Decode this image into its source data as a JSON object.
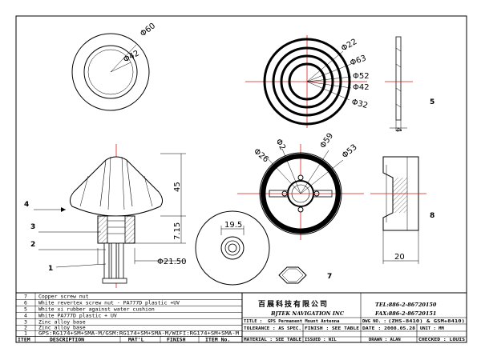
{
  "views": {
    "top_left_circle": {
      "outer_dim": "Φ60",
      "inner_dim": "Φ42"
    },
    "top_right_rings": {
      "dims": [
        "Φ22",
        "Φ63",
        "Φ52",
        "Φ42",
        "Φ32"
      ]
    },
    "side_thin": {
      "dim": "4",
      "callout": "5"
    },
    "mid_disc": {
      "dims": [
        "Φ26",
        "Φ2",
        "Φ59",
        "Φ53"
      ]
    },
    "side_block": {
      "width_dim": "20",
      "callout": "8"
    },
    "body_side": {
      "height_dim": "45",
      "lower_dim": "7.15",
      "base_dim": "Φ21.50"
    },
    "washer": {
      "dim": "19.5"
    },
    "nut": {
      "callout": "7"
    },
    "callouts": [
      "4",
      "3",
      "2",
      "1"
    ]
  },
  "bom": {
    "rows": [
      {
        "item": "7",
        "description": "Copper screw nut"
      },
      {
        "item": "6",
        "description": "White revertex screw nut - PA777D plastic +UV"
      },
      {
        "item": "5",
        "description": "White xi rubber against water cushion"
      },
      {
        "item": "4",
        "description": "White PA777D plastic + UV"
      },
      {
        "item": "3",
        "description": "Zinc alloy base"
      },
      {
        "item": "2",
        "description": "Zinc alloy base"
      },
      {
        "item": "1",
        "description": "GPS:RG174+SM+SMA-M/GSM:RG174+SM+SMA-M/WIFI:RG174+SM+SMA-M"
      }
    ],
    "headers": [
      "ITEM",
      "DESCRIPTION",
      "MAT'L",
      "FINISH",
      "ITEM No."
    ]
  },
  "title_block": {
    "company_cn": "百展科技有限公司",
    "company_en": "BJTEK NAVIGATION INC",
    "tel": "TEL:886-2-86720150",
    "fax": "FAX:886-2-86720151",
    "title_label": "TITLE :",
    "title_value": "GPS Permanent Mount Antenna",
    "dwg_label": "DWG NO. :",
    "dwg_value": "(ZHS-8410) & GSM+8410)",
    "tolerance": "TOLERANCE : AS SPEC.",
    "finish": "FINISH : SEE TABLE",
    "date": "DATE : 2008.05.28",
    "unit": "UNIT : MM",
    "material": "MATERIAL : SEE TABLE",
    "issued": "ISSUED : NIL",
    "drawn": "DRAWN : ALAN",
    "checked": "CHECKED : LOUIS"
  },
  "colors": {
    "centerline": "#e01a1a",
    "ink": "#000000",
    "hatch": "#333333"
  }
}
